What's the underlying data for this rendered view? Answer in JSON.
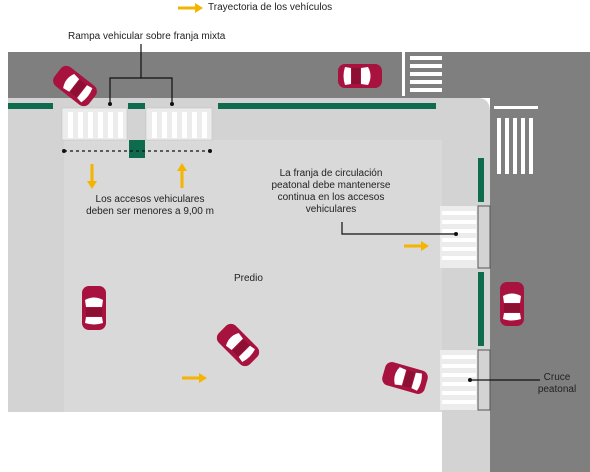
{
  "legend": {
    "label": "Trayectoria de los vehículos",
    "arrow_color": "#f4b400"
  },
  "labels": {
    "ramp": "Rampa vehicular sobre franja mixta",
    "access_line1": "Los accesos vehiculares",
    "access_line2": "deben ser menores a 9,00 m",
    "pedestrian_line1": "La franja de circulación",
    "pedestrian_line2": "peatonal debe mantenerse",
    "pedestrian_line3": "continua en los accesos",
    "pedestrian_line4": "vehiculares",
    "lot": "Predio",
    "crossing_line1": "Cruce",
    "crossing_line2": "peatonal"
  },
  "colors": {
    "road": "#7f7f7f",
    "lot": "#d9d9d9",
    "sidewalk": "#d3d3d3",
    "green_strip": "#0e6b4e",
    "car": "#a8123e",
    "arrow": "#f4b400",
    "crosswalk": "#ffffff"
  }
}
